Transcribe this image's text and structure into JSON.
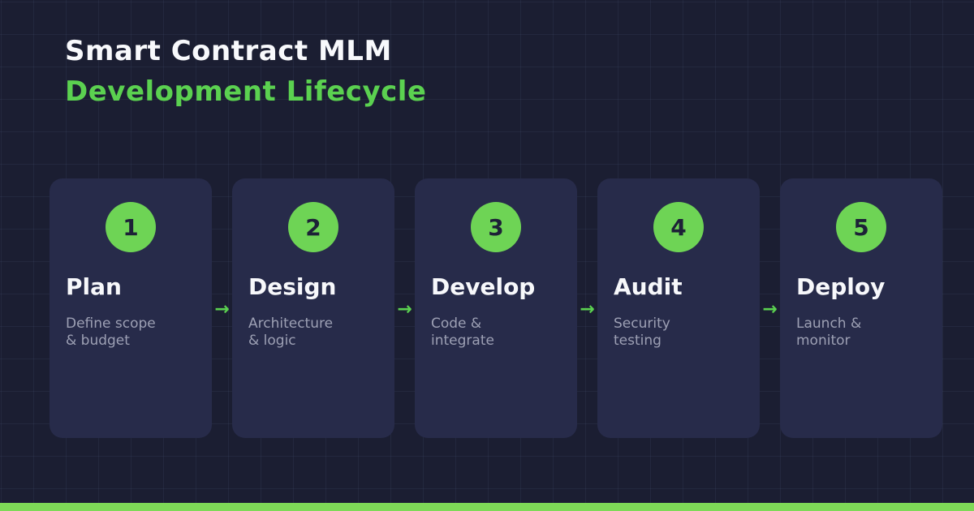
{
  "header": {
    "title_line1": "Smart Contract MLM",
    "title_line2": "Development Lifecycle"
  },
  "flow": {
    "arrow_glyph": "→"
  },
  "steps": [
    {
      "number": "1",
      "title": "Plan",
      "description": "Define scope\n& budget"
    },
    {
      "number": "2",
      "title": "Design",
      "description": "Architecture\n& logic"
    },
    {
      "number": "3",
      "title": "Develop",
      "description": "Code &\nintegrate"
    },
    {
      "number": "4",
      "title": "Audit",
      "description": "Security\ntesting"
    },
    {
      "number": "5",
      "title": "Deploy",
      "description": "Launch &\nmonitor"
    }
  ],
  "colors": {
    "background": "#1b1e32",
    "card_background": "#272b4a",
    "accent_green_title": "#5bd150",
    "accent_green_circle": "#6ed455",
    "accent_green_bar": "#7ed957",
    "title_white": "#f8f9fc",
    "description_gray": "#9da0b4"
  }
}
